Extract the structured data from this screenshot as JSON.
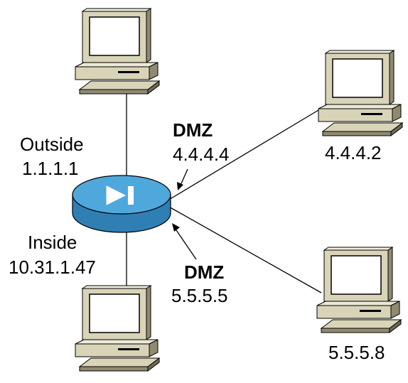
{
  "nodes": {
    "firewall": {
      "icon": "pix-firewall-icon"
    },
    "pc_top": {
      "icon": "desktop-computer-icon"
    },
    "pc_bottom": {
      "icon": "desktop-computer-icon"
    },
    "pc_right_top": {
      "icon": "desktop-computer-icon",
      "label": "4.4.4.2"
    },
    "pc_right_bottom": {
      "icon": "desktop-computer-icon",
      "label": "5.5.5.8"
    }
  },
  "interfaces": {
    "outside": {
      "name": "Outside",
      "ip": "1.1.1.1"
    },
    "inside": {
      "name": "Inside",
      "ip": "10.31.1.47"
    },
    "dmz1": {
      "name": "DMZ",
      "ip": "4.4.4.4"
    },
    "dmz2": {
      "name": "DMZ",
      "ip": "5.5.5.5"
    }
  },
  "colors": {
    "firewall_top": "#4fa8dc",
    "firewall_side": "#2f7fb5",
    "computer_beige": "#d9d4b8",
    "computer_shadow": "#8f8a70",
    "screen": "#ffffff"
  }
}
